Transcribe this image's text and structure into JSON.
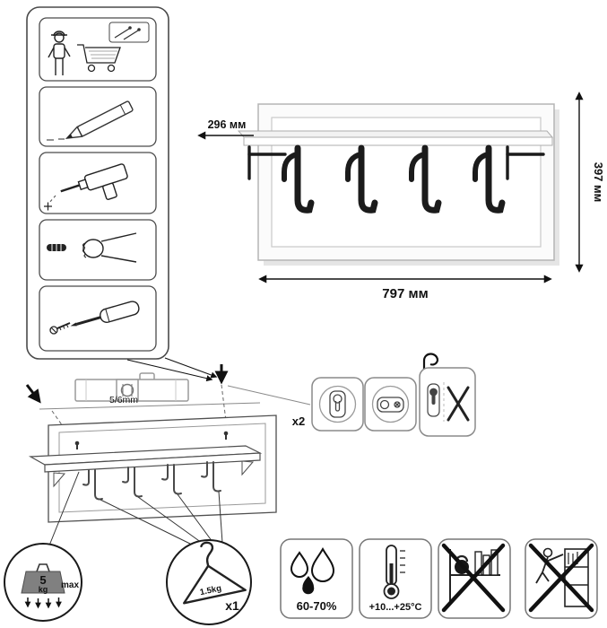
{
  "dimensions": {
    "depth": "296 мм",
    "height": "397 мм",
    "width": "797 мм"
  },
  "installation": {
    "drill_size": "5/6mm",
    "fasteners_count": "x2"
  },
  "load": {
    "max_weight_value": "5",
    "max_weight_unit": "kg",
    "max_weight_suffix": "max",
    "hanger_load": "1.5kg",
    "hanger_count": "x1"
  },
  "environment": {
    "humidity": "60-70%",
    "temperature": "+10...+25°C"
  },
  "colors": {
    "ink": "#111111",
    "outline_gray": "#8a8a8a",
    "panel_border": "#b5b5b5",
    "hook_black": "#1b1b1b"
  },
  "icons": {
    "step1": "builder-and-cart-icon",
    "step2": "pencil-marking-icon",
    "step3": "drill-icon",
    "step4": "wall-plug-hand-icon",
    "step5": "screwdriver-screw-icon",
    "level": "spirit-level-icon",
    "fastener": "keyhole-bracket-icon",
    "orientation": "bracket-orientation-warning-icon",
    "weight": "max-weight-icon",
    "hanger": "coat-hanger-icon",
    "humidity": "water-drops-icon",
    "temperature": "thermometer-icon",
    "warning_overload": "no-shelf-overload-icon",
    "warning_climb": "no-climbing-icon"
  }
}
